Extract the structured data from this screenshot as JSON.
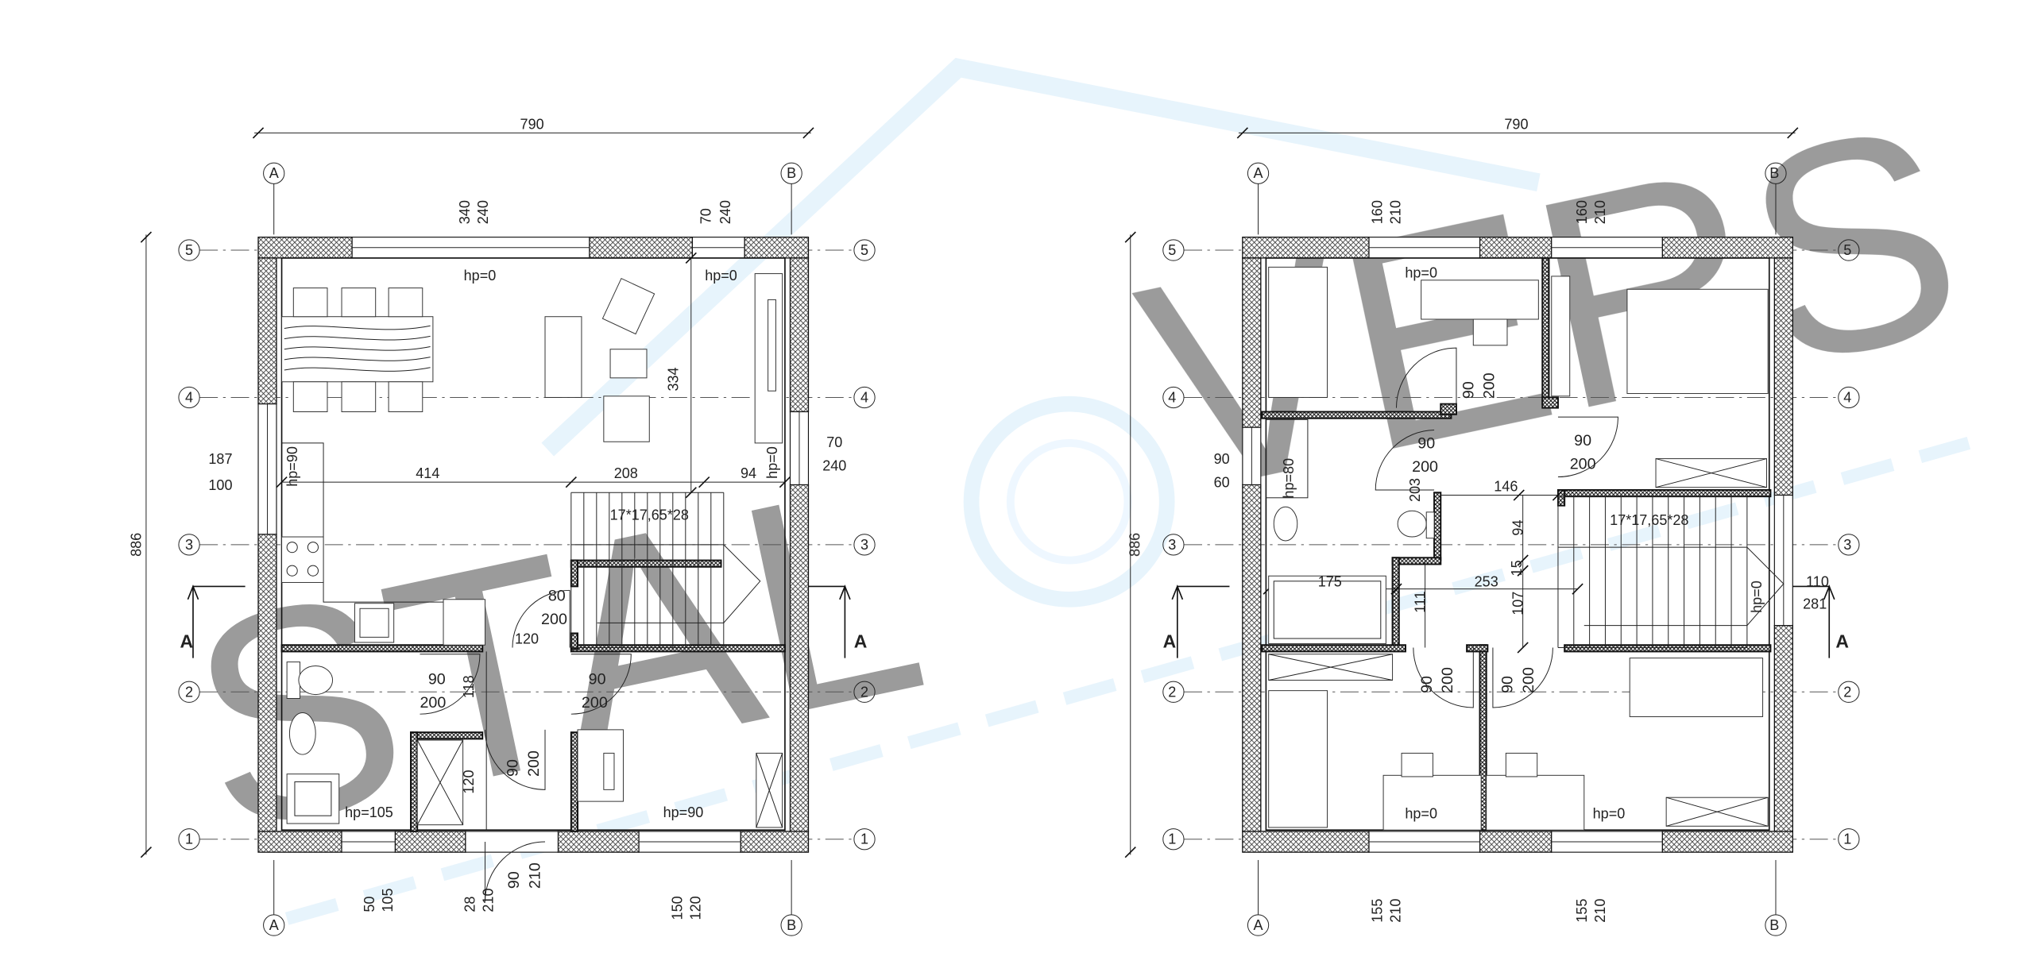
{
  "watermark": "STALOVERS",
  "axes": {
    "A": "A",
    "B": "B",
    "n1": "1",
    "n2": "2",
    "n3": "3",
    "n4": "4",
    "n5": "5"
  },
  "section_mark": "A",
  "ground_floor": {
    "width": "790",
    "depth": "886",
    "hp_living": "hp=0",
    "hp_corner": "hp=0",
    "hp_right": "hp=0",
    "hp_kitchen": "hp=90",
    "hp_bath": "hp=105",
    "hp_office": "hp=90",
    "stairs": "17*17,65*28",
    "dims": {
      "d334": "334",
      "d414": "414",
      "d208": "208",
      "d94": "94",
      "d120a": "120",
      "d118": "118",
      "d120b": "120"
    },
    "windows": {
      "top1": {
        "w": "340",
        "h": "240"
      },
      "top2": {
        "w": "70",
        "h": "240"
      },
      "right": {
        "w": "70",
        "h": "240"
      },
      "left": {
        "w": "187",
        "h": "100"
      },
      "bottom1": {
        "w": "50",
        "h": "105"
      },
      "bottom2": {
        "w": "28",
        "h": "210"
      },
      "bottom3": {
        "w": "150",
        "h": "120"
      }
    },
    "doors": {
      "stair": {
        "w": "80",
        "h": "200"
      },
      "wc": {
        "w": "90",
        "h": "200"
      },
      "office": {
        "w": "90",
        "h": "200"
      },
      "closet": {
        "w": "90",
        "h": "200"
      },
      "entry": {
        "w": "90",
        "h": "210"
      }
    }
  },
  "first_floor": {
    "width": "790",
    "depth": "886",
    "hp_room1": "hp=0",
    "hp_room3": "hp=0",
    "hp_room4": "hp=0",
    "hp_bath": "hp=80",
    "hp_stair": "hp=0",
    "stairs": "17*17,65*28",
    "dims": {
      "d146": "146",
      "d203": "203",
      "d94": "94",
      "d15": "15",
      "d175": "175",
      "d253": "253",
      "d111": "111",
      "d107": "107"
    },
    "windows": {
      "top1": {
        "w": "160",
        "h": "210"
      },
      "top2": {
        "w": "160",
        "h": "210"
      },
      "left": {
        "w": "90",
        "h": "60"
      },
      "right": {
        "w": "110",
        "h": "281"
      },
      "bottom1": {
        "w": "155",
        "h": "210"
      },
      "bottom2": {
        "w": "155",
        "h": "210"
      }
    },
    "doors": {
      "room2": {
        "w": "90",
        "h": "200"
      },
      "bath": {
        "w": "90",
        "h": "200"
      },
      "room1": {
        "w": "90",
        "h": "200"
      },
      "room3": {
        "w": "90",
        "h": "200"
      },
      "room4": {
        "w": "90",
        "h": "200"
      }
    }
  }
}
